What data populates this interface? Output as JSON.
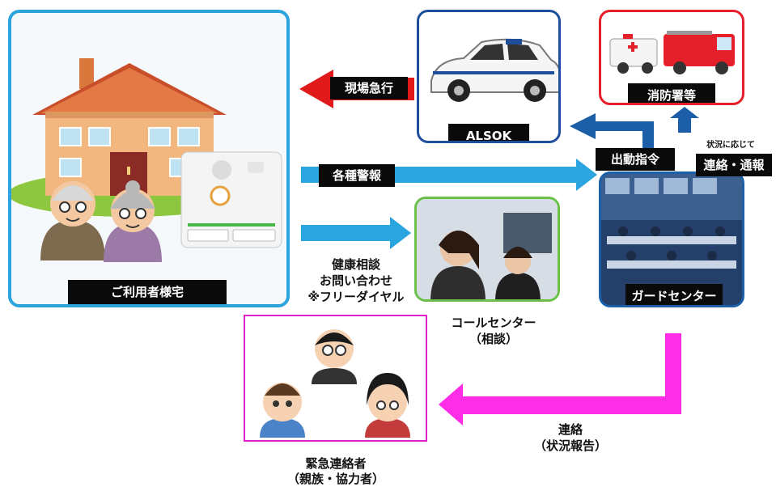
{
  "nodes": {
    "home": {
      "label": "ご利用者様宅"
    },
    "alsok": {
      "label": "ALSOK"
    },
    "fire": {
      "label": "消防署等"
    },
    "guard": {
      "label": "ガードセンター"
    },
    "callcenter": {
      "line1": "コールセンター",
      "line2": "（相談）"
    },
    "contacts": {
      "line1": "緊急連絡者",
      "line2": "（親族・協力者）"
    }
  },
  "arrows": {
    "rush": "現場急行",
    "alerts": "各種警報",
    "consult": {
      "line1": "健康相談",
      "line2": "お問い合わせ",
      "line3": "※フリーダイヤル"
    },
    "dispatch": "出動指令",
    "situation_small": "状況に応じて",
    "notify": "連絡・通報",
    "report": {
      "line1": "連絡",
      "line2": "（状況報告）"
    }
  },
  "colors": {
    "home_border": "#2ba3dc",
    "alsok_border": "#1f4f9a",
    "fire_border": "#e5202a",
    "call_border": "#6cc04a",
    "guard_border": "#1c5fa8",
    "contacts_border": "#e020c8",
    "arrow_light_blue": "#2aa5df",
    "arrow_dark_blue": "#1c5fa8",
    "arrow_red": "#e01a1a",
    "arrow_magenta": "#ff2ee6"
  },
  "icons": [
    "house-icon",
    "elderly-couple-icon",
    "alarm-device-icon",
    "patrol-car-icon",
    "ambulance-icon",
    "fire-truck-icon",
    "operators-photo",
    "control-room-photo",
    "person-icon"
  ]
}
